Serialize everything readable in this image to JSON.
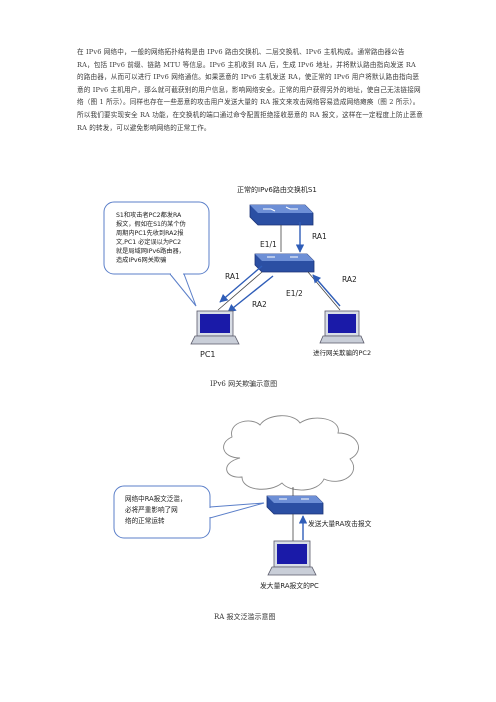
{
  "paragraph": "在 IPv6 网络中，一般的网络拓扑结构是由 IPv6 路由交换机、二层交换机、IPv6 主机构成。通常路由器公告 RA，包括 IPv6 前缀、链路 MTU 等信息。IPv6 主机收到 RA 后，生成 IPv6 地址，并将默认路由指向发送 RA 的路由器，从而可以进行 IPv6 网络通信。如果恶意的 IPv6 主机发送 RA，使正常的 IPv6 用户将默认路由指向恶意的 IPv6 主机用户，那么就可截获别的用户信息，影响网络安全。正常的用户获得另外的地址，使自己无法链接网络（图 1 所示）。同样也存在一些恶意的攻击用户发送大量的 RA 报文来攻击网络容易造成网络瘫痪（图 2 所示）。所以我们要实现安全 RA 功能，在交换机的端口通过命令配置拒绝接收恶意的 RA 报文，这样在一定程度上防止恶意 RA 的转发，可以避免影响网络的正常工作。",
  "figure1": {
    "router_label": "正常的IPv6路由交换机S1",
    "callout_text": [
      "S1和攻击者PC2都发RA",
      "报文，假如在S1的某个伪",
      "周期内PC1先收到RA2报",
      "文,PC1 必定误以为PC2",
      "就是局域网IPv6路由器，",
      "造成IPv6网关欺骗"
    ],
    "port_e11": "E1/1",
    "port_e12": "E1/2",
    "ra1_top": "RA1",
    "ra1_left": "RA1",
    "ra2_left": "RA2",
    "ra2_right": "RA2",
    "pc1_label": "PC1",
    "pc2_label": "进行网关欺骗的PC2",
    "caption": "IPv6 网关欺骗示意图"
  },
  "figure2": {
    "callout_text": [
      "网络中RA报文泛滥，",
      "必将严重影响了网",
      "络的正常运转"
    ],
    "arrow_label": "发送大量RA攻击报文",
    "pc_label": "发大量RA报文的PC",
    "caption": "RA 报文泛滥示意图"
  },
  "colors": {
    "device_blue": "#2b4fa3",
    "arrow_blue": "#2f5db8",
    "callout_border": "#5b7fc9",
    "screen": "#1a1aa8"
  }
}
